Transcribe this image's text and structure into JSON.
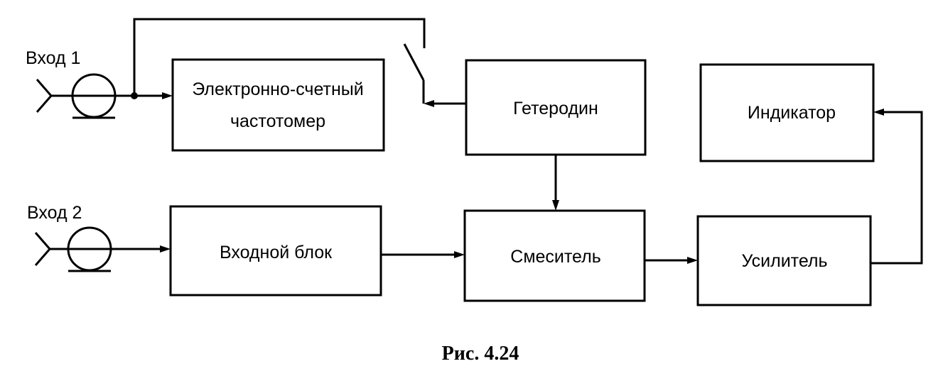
{
  "diagram": {
    "blocks": {
      "counter_line1": "Электронно-счетный",
      "counter_line2": "частотомер",
      "heterodyne": "Гетеродин",
      "indicator": "Индикатор",
      "input_block": "Входной блок",
      "mixer": "Смеситель",
      "amplifier": "Усилитель"
    },
    "inputs": {
      "input1": "Вход 1",
      "input2": "Вход 2"
    },
    "caption": "Рис. 4.24"
  }
}
